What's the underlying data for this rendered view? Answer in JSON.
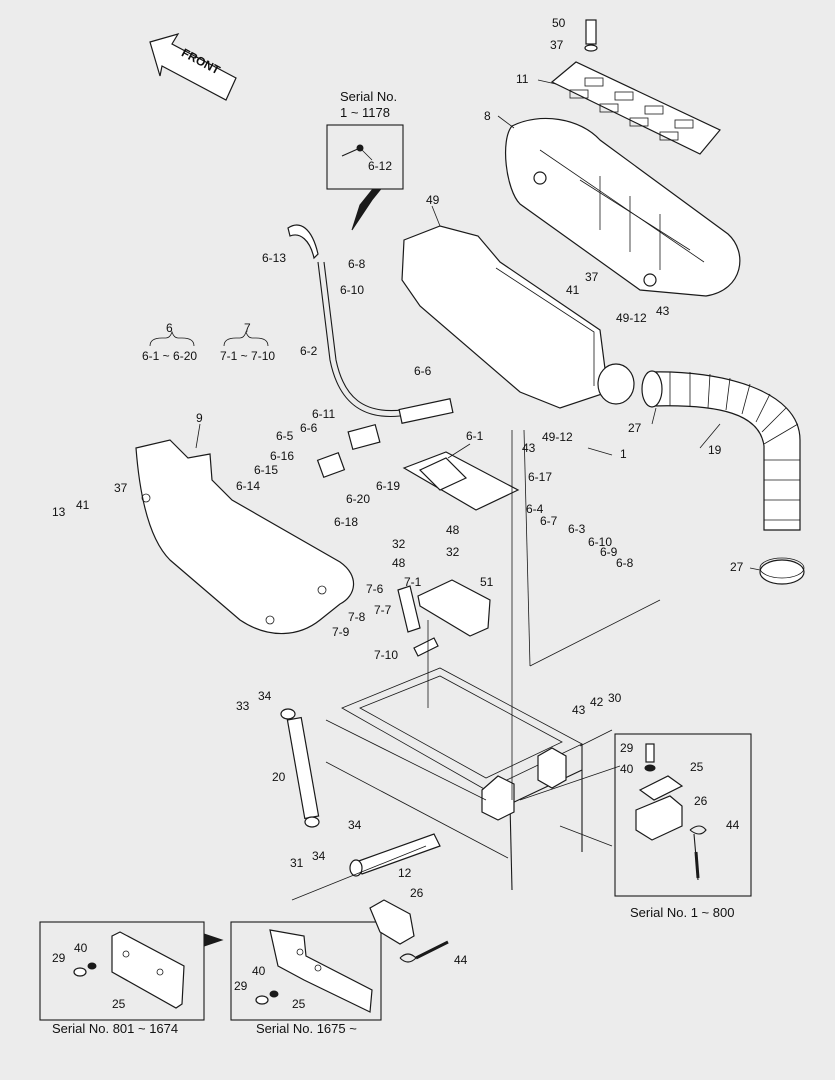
{
  "front_arrow": {
    "label": "FRONT"
  },
  "serial_notes": {
    "top": {
      "line1": "Serial No.",
      "line2": "1 ~ 1178"
    },
    "right": "Serial No. 1 ~ 800",
    "bottom_left": "Serial No. 801 ~ 1674",
    "bottom_mid": "Serial No. 1675 ~"
  },
  "groups": [
    {
      "id": "6",
      "range": "6-1 ~ 6-20"
    },
    {
      "id": "7",
      "range": "7-1 ~ 7-10"
    }
  ],
  "callouts": [
    "50",
    "37",
    "11",
    "8",
    "49",
    "37",
    "41",
    "49-12",
    "43",
    "6-12",
    "6-8",
    "6-13",
    "6-10",
    "6-2",
    "6-6",
    "6-11",
    "6-5",
    "6-6",
    "6-16",
    "6-15",
    "6-14",
    "9",
    "13",
    "41",
    "37",
    "6-1",
    "43",
    "49-12",
    "1",
    "27",
    "19",
    "6-17",
    "6-19",
    "6-20",
    "6-18",
    "48",
    "32",
    "6-4",
    "6-7",
    "6-3",
    "6-10",
    "6-9",
    "6-8",
    "32",
    "48",
    "7-6",
    "7-1",
    "51",
    "7-8",
    "7-7",
    "7-9",
    "7-10",
    "27",
    "33",
    "34",
    "20",
    "43",
    "42",
    "30",
    "29",
    "40",
    "25",
    "26",
    "44",
    "34",
    "31",
    "34",
    "12",
    "26",
    "44",
    "29",
    "40",
    "25",
    "40",
    "29",
    "25"
  ]
}
